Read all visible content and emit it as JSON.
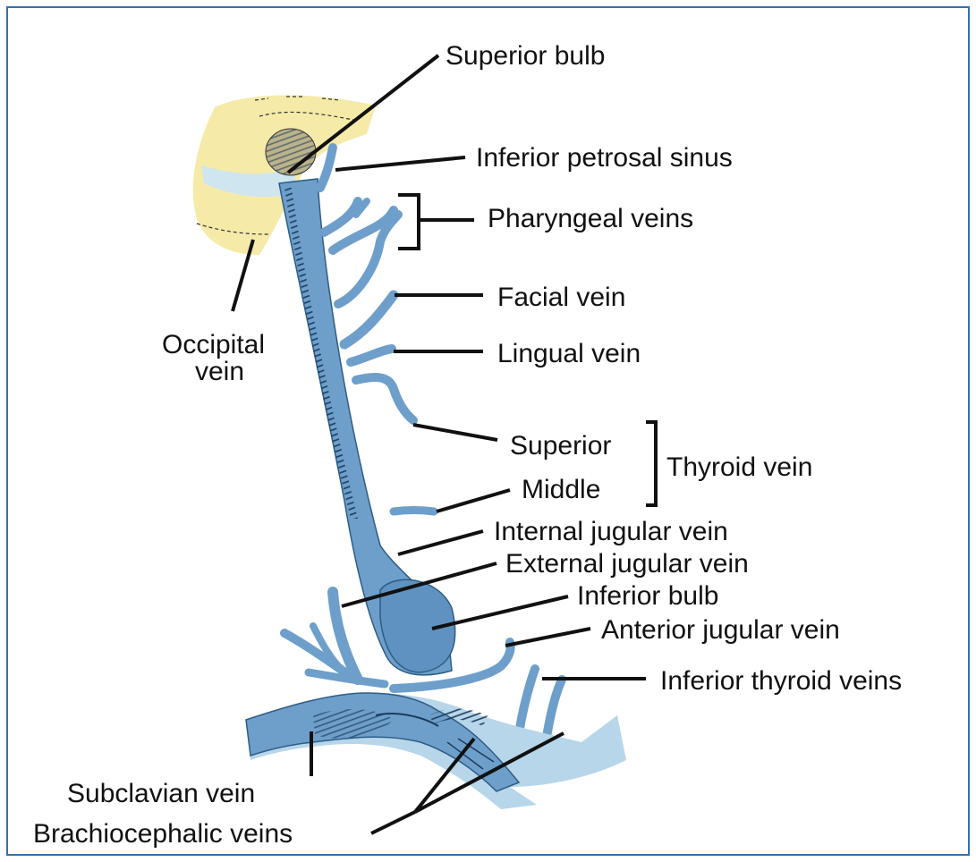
{
  "labels": {
    "superior_bulb": "Superior bulb",
    "inferior_petrosal_sinus": "Inferior petrosal sinus",
    "pharyngeal_veins": "Pharyngeal veins",
    "occipital_vein_line1": "Occipital",
    "occipital_vein_line2": "vein",
    "facial_vein": "Facial vein",
    "lingual_vein": "Lingual vein",
    "superior": "Superior",
    "middle": "Middle",
    "thyroid_vein": "Thyroid vein",
    "internal_jugular_vein": "Internal jugular vein",
    "external_jugular_vein": "External jugular vein",
    "inferior_bulb": "Inferior bulb",
    "anterior_jugular_vein": "Anterior jugular vein",
    "inferior_thyroid_veins": "Inferior thyroid veins",
    "subclavian_vein": "Subclavian vein",
    "brachiocephalic_veins": "Brachiocephalic veins"
  },
  "colors": {
    "vein": "#6e9fcb",
    "vein_light": "#b7d6ea",
    "skull_yellow": "#f6eaa8",
    "frame": "#3a6fa8",
    "leader": "#111111"
  }
}
